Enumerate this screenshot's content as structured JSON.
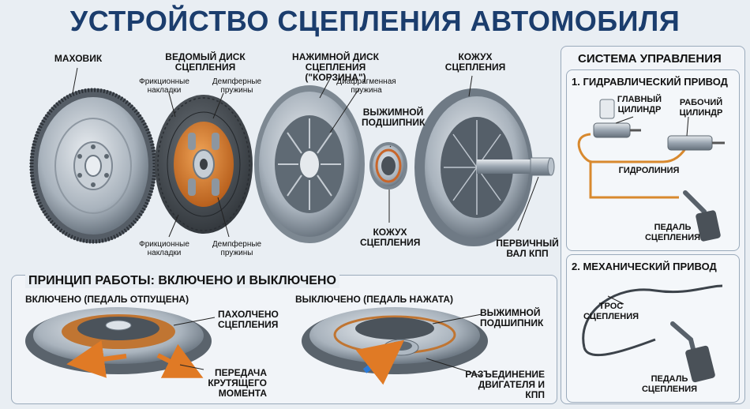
{
  "title": "УСТРОЙСТВО СЦЕПЛЕНИЯ АВТОМОБИЛЯ",
  "parts": {
    "flywheel": "МАХОВИК",
    "driven_disc": "ВЕДОМЫЙ ДИСК\nСЦЕПЛЕНИЯ",
    "friction_pads_top": "Фрикционные\nнакладки",
    "damper_springs_top": "Демпферные\nпружины",
    "friction_pads_bottom": "Фрикционные\nнакладки",
    "damper_springs_bottom": "Демпферные\nпружины",
    "pressure_plate": "НАЖИМНОЙ ДИСК\nСЦЕПЛЕНИЯ (\"КОРЗИНА\")",
    "diaphragm_spring": "Диафрагменная\nпружина",
    "release_bearing": "ВЫЖИМНОЙ\nПОДШИПНИК",
    "housing_top": "КОЖУХ\nСЦЕПЛЕНИЯ",
    "housing_bottom": "КОЖУХ\nСЦЕПЛЕНИЯ",
    "input_shaft": "ПЕРВИЧНЫЙ\nВАЛ КПП"
  },
  "principle": {
    "heading": "ПРИНЦИП РАБОТЫ: ВКЛЮЧЕНО И ВЫКЛЮЧЕНО",
    "engaged_title": "ВКЛЮЧЕНО (ПЕДАЛЬ ОТПУЩЕНА)",
    "disengaged_title": "ВЫКЛЮЧЕНО (ПЕДАЛЬ НАЖАТА)",
    "clamped": "ПАХОЛЧЕНО\nСЦЕПЛЕНИЯ",
    "torque": "ПЕРЕДАЧА\nКРУТЯЩЕГО МОМЕНТА",
    "release_bearing": "ВЫЖИМНОЙ\nПОДШИПНИК",
    "separation": "РАЗЪЕДИНЕНИЕ\nДВИГАТЕЛЯ И КПП"
  },
  "control": {
    "heading": "СИСТЕМА УПРАВЛЕНИЯ",
    "hydraulic_title": "1. ГИДРАВЛИЧЕСКИЙ ПРИВОД",
    "master_cylinder": "ГЛАВНЫЙ\nЦИЛИНДР",
    "slave_cylinder": "РАБОЧИЙ\nЦИЛИНДР",
    "hydraulic_line": "ГИДРОЛИНИЯ",
    "pedal_hydraulic": "ПЕДАЛЬ\nСЦЕПЛЕНИЯ",
    "mechanical_title": "2. МЕХАНИЧЕСКИЙ ПРИВОД",
    "cable": "ТРОС\nСЦЕПЛЕНИЯ",
    "pedal_mechanical": "ПЕДАЛЬ\nСЦЕПЛЕНИЯ"
  },
  "colors": {
    "title": "#1b3d6d",
    "metal": "#a9b3bd",
    "friction": "#4a4f55",
    "hub_orange": "#d4782a",
    "hydraulic_line": "#d8892e"
  }
}
